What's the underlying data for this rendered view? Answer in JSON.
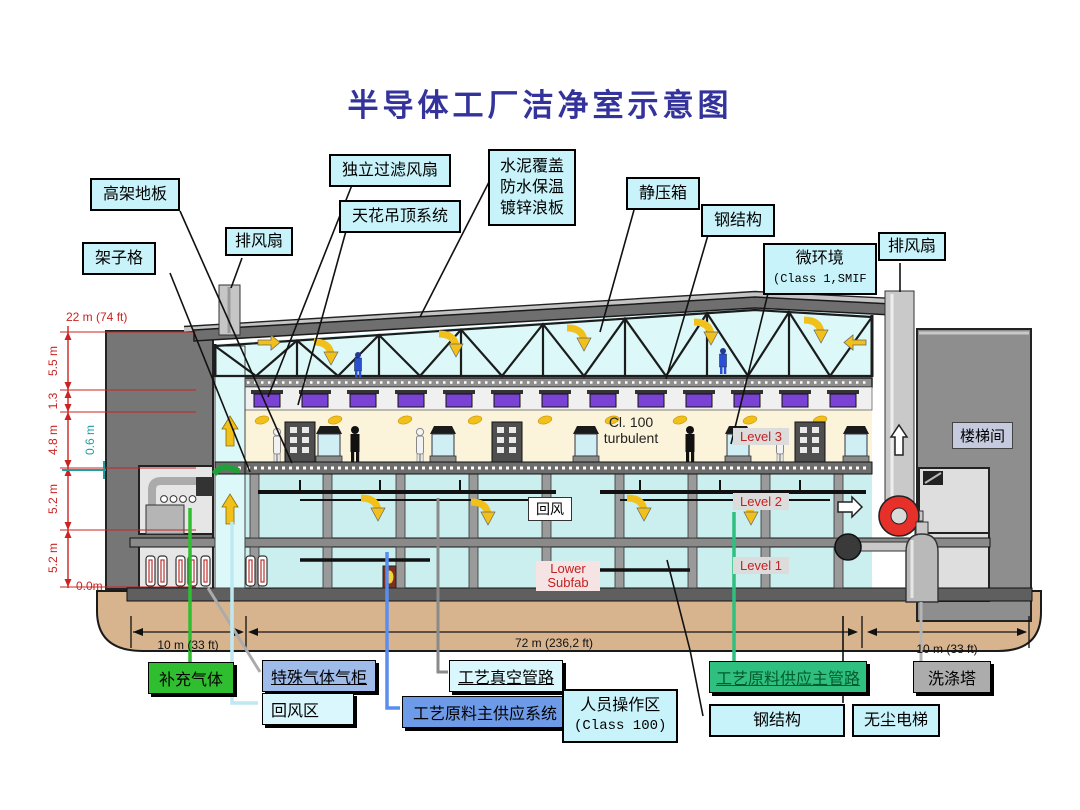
{
  "title": "半导体工厂洁净室示意图",
  "callouts": {
    "raised_floor": "高架地板",
    "rack_grid": "架子格",
    "exhaust_fan_left": "排风扇",
    "independent_filter_fan": "独立过滤风扇",
    "ceiling_system": "天花吊顶系统",
    "roof_cover_line1": "水泥覆盖",
    "roof_cover_line2": "防水保温",
    "roof_cover_line3": "镀锌浪板",
    "plenum": "静压箱",
    "steel_structure_top": "钢结构",
    "micro_env_line1": "微环境",
    "micro_env_line2": "(Class 1,SMIF",
    "exhaust_fan_right": "排风扇",
    "stairwell": "楼梯间"
  },
  "interior": {
    "class100_line1": "Cl. 100",
    "class100_line2": "turbulent",
    "level3": "Level 3",
    "level2": "Level 2",
    "level1": "Level 1",
    "return_air": "回风",
    "lower_subfab_line1": "Lower",
    "lower_subfab_line2": "Subfab"
  },
  "dimensions": {
    "total_height": "22 m (74 ft)",
    "h_5_5": "5.5 m",
    "h_1_3": "1.3",
    "h_4_8": "4.8 m",
    "h_0_6": "0.6 m",
    "h_5_2_upper": "5.2 m",
    "h_5_2_lower": "5.2 m",
    "ground_zero": "0.0m",
    "w_left": "10 m (33 ft)",
    "w_center": "72 m (236,2 ft)",
    "w_right": "10 m (33 ft)"
  },
  "bottom_labels": {
    "makeup_gas": "补充气体",
    "special_gas_cabinet": "特殊气体气柜",
    "return_air_zone": "回风区",
    "process_vacuum_piping": "工艺真空管路",
    "process_material_main_supply": "工艺原料主供应系统",
    "operator_area_line1": "人员操作区",
    "operator_area_line2": "(Class 100)",
    "process_material_supply_main_pipe": "工艺原料供应主管路",
    "steel_structure_bottom": "钢结构",
    "cleanroom_elevator": "无尘电梯",
    "scrubber_tower": "洗涤塔"
  },
  "colors": {
    "title_text": "#33339B",
    "callout_bg": "#C9F3FA",
    "makeup_gas_bg": "#2FBE2F",
    "special_gas_bg": "#9FBBEA",
    "main_supply_bg": "#6E9BE8",
    "supply_main_pipe_bg": "#2FBF7F",
    "scrubber_bg": "#ACACAC",
    "level_badge_text": "#C22222",
    "dimension_red": "#CC2222",
    "ffu_purple": "#7B42D6",
    "ground_tan": "#D8B48E",
    "airflow_yellow": "#F2C01A"
  }
}
